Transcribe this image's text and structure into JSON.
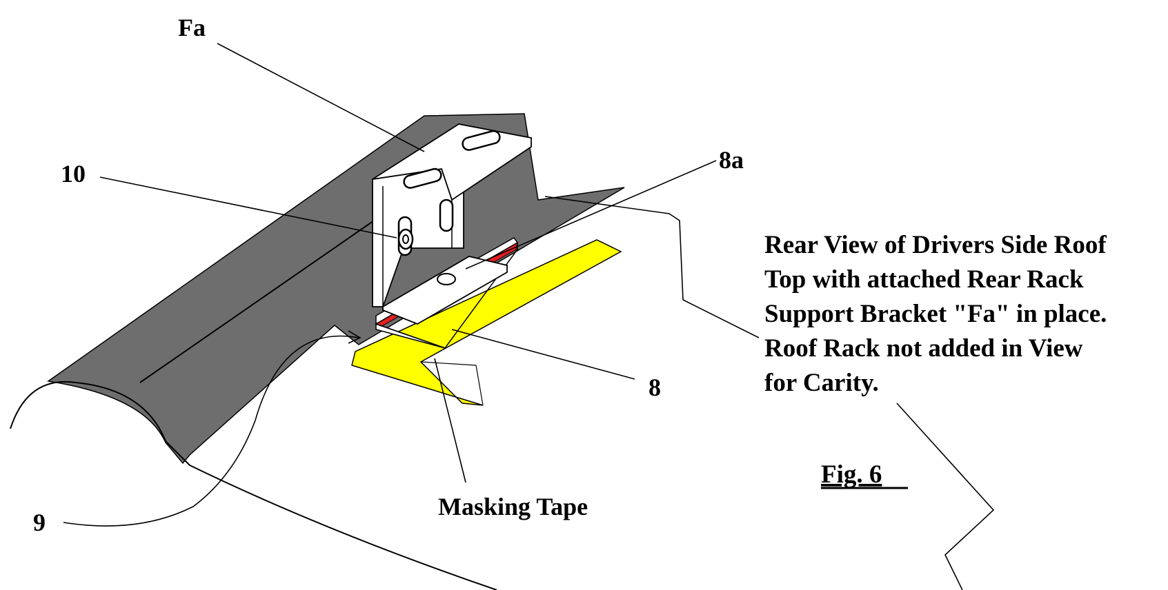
{
  "labels": {
    "fa": "Fa",
    "ten": "10",
    "eight_a": "8a",
    "eight": "8",
    "nine": "9",
    "masking_tape": "Masking Tape"
  },
  "description": {
    "line1": "Rear View of Drivers Side Roof",
    "line2": "Top with attached Rear Rack",
    "line3": "Support Bracket \"Fa\" in place.",
    "line4": "Roof Rack not added in View",
    "line5": "for Carity."
  },
  "figure_caption": "Fig. 6",
  "colors": {
    "roof": "#6e6e6e",
    "bracket": "#ffffff",
    "tape": "#ffff00",
    "adhesive": "#e02020",
    "outline": "#000000"
  }
}
